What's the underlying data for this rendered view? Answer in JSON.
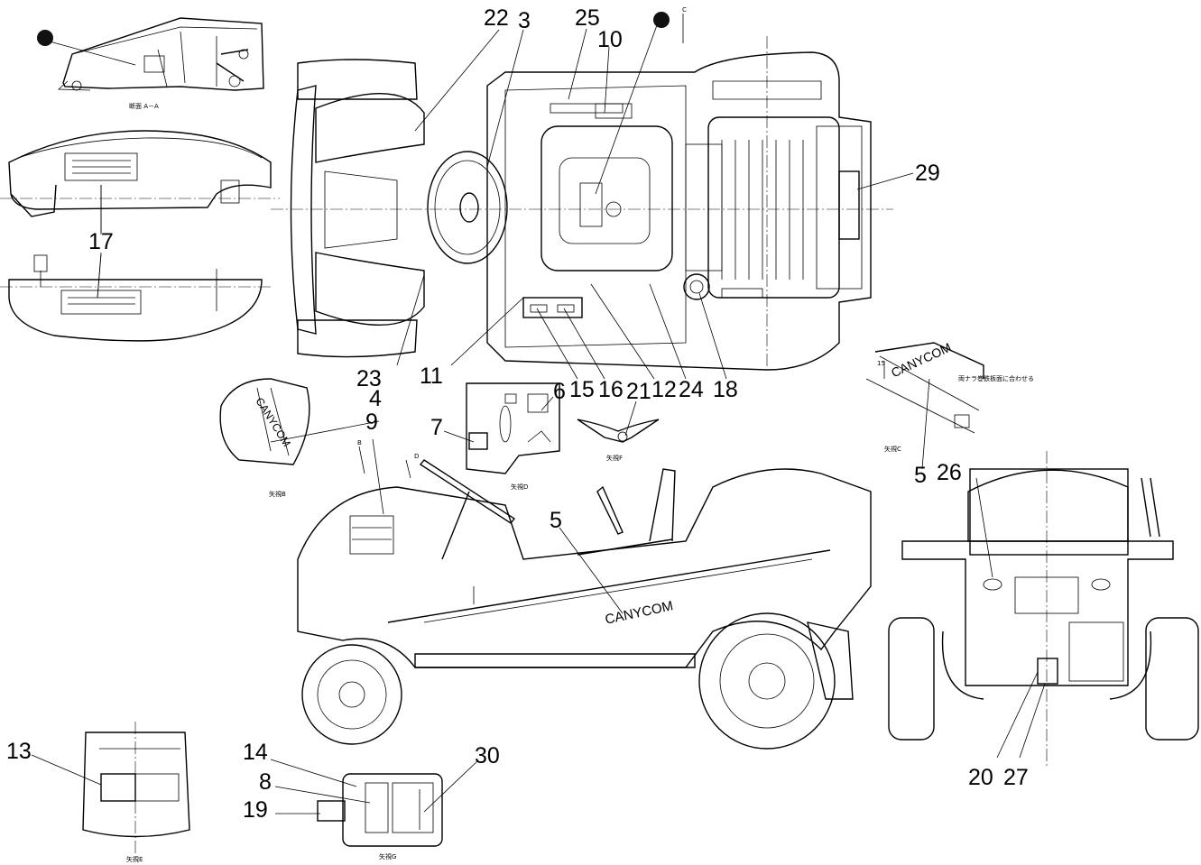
{
  "callouts": [
    {
      "id": "c22",
      "text": "22"
    },
    {
      "id": "c3",
      "text": "3"
    },
    {
      "id": "c25",
      "text": "25"
    },
    {
      "id": "c10",
      "text": "10"
    },
    {
      "id": "c29",
      "text": "29"
    },
    {
      "id": "c17",
      "text": "17"
    },
    {
      "id": "c23",
      "text": "23"
    },
    {
      "id": "c11",
      "text": "11"
    },
    {
      "id": "c15",
      "text": "15"
    },
    {
      "id": "c16",
      "text": "16"
    },
    {
      "id": "c12",
      "text": "12"
    },
    {
      "id": "c24",
      "text": "24"
    },
    {
      "id": "c18",
      "text": "18"
    },
    {
      "id": "c4",
      "text": "4"
    },
    {
      "id": "c9",
      "text": "9"
    },
    {
      "id": "c6",
      "text": "6"
    },
    {
      "id": "c21",
      "text": "21"
    },
    {
      "id": "c7",
      "text": "7"
    },
    {
      "id": "c5a",
      "text": "5"
    },
    {
      "id": "c5b",
      "text": "5"
    },
    {
      "id": "c26",
      "text": "26"
    },
    {
      "id": "c13",
      "text": "13"
    },
    {
      "id": "c14",
      "text": "14"
    },
    {
      "id": "c30",
      "text": "30"
    },
    {
      "id": "c8",
      "text": "8"
    },
    {
      "id": "c19",
      "text": "19"
    },
    {
      "id": "c20",
      "text": "20"
    },
    {
      "id": "c27",
      "text": "27"
    }
  ],
  "captions": {
    "section_aa": "断面 A－A",
    "view_b": "矢視B",
    "view_c": "矢視C",
    "view_d": "矢視D",
    "view_e": "矢視E",
    "view_f": "矢視F",
    "view_g": "矢視G",
    "view_c_note": "両ナラ巻鉄板面に合わせる",
    "arrow_b": "B",
    "arrow_c": "C",
    "arrow_d": "D",
    "dim_15": "15"
  },
  "brand": {
    "side_text": "CANYCOM",
    "view_c_text": "CANYCOM",
    "decal_b": "CANYCOM"
  }
}
